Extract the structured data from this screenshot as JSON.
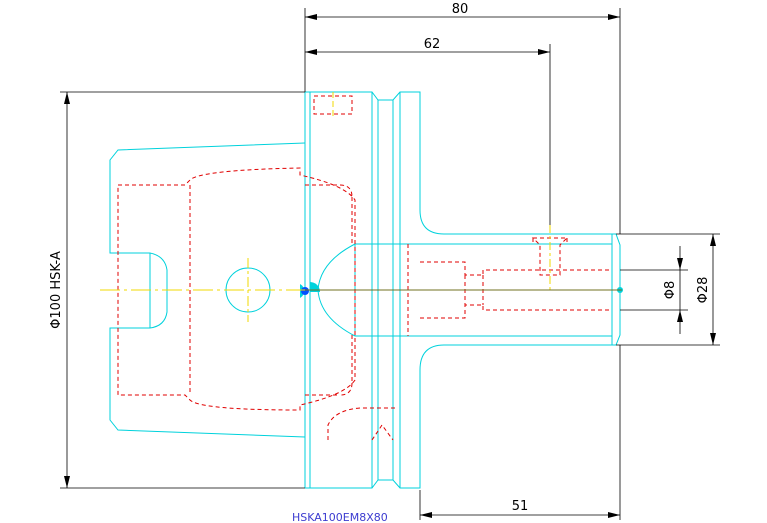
{
  "drawing": {
    "part_number": "HSKA100EM8X80",
    "colors": {
      "geometry": "#00d2dc",
      "hidden": "#e00000",
      "dimension": "#000000",
      "centerline": "#f0d800",
      "label": "#3c3cd0"
    },
    "dimensions": {
      "overall_length": "80",
      "bore_depth": "62",
      "shank_length": "51",
      "flange_diameter": "Φ100 HSK-A",
      "bore_diameter": "Φ8",
      "nose_diameter": "Φ28"
    }
  }
}
